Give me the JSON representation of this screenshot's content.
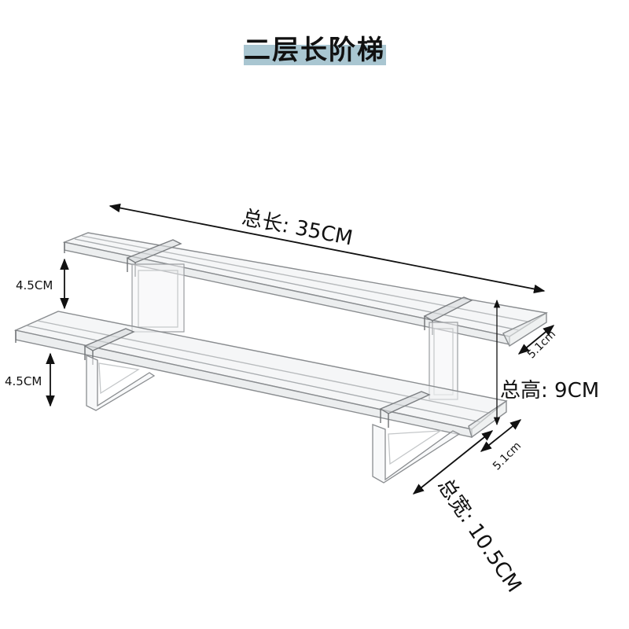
{
  "title": "二层长阶梯",
  "colors": {
    "title_highlight": "#a9c6d1",
    "text": "#111111",
    "acrylic_edge": "#8a8d90",
    "acrylic_fill": "#eef0f1",
    "dimension_line": "#111111"
  },
  "dimensions": {
    "total_length": "总长: 35CM",
    "step_height_upper": "4.5CM",
    "step_height_lower": "4.5CM",
    "total_height": "总高: 9CM",
    "upper_depth": "5.1cm",
    "lower_depth": "5.1cm",
    "total_width": "总宽: 10.5CM"
  },
  "product": {
    "tiers": 2,
    "material_look": "clear acrylic"
  }
}
